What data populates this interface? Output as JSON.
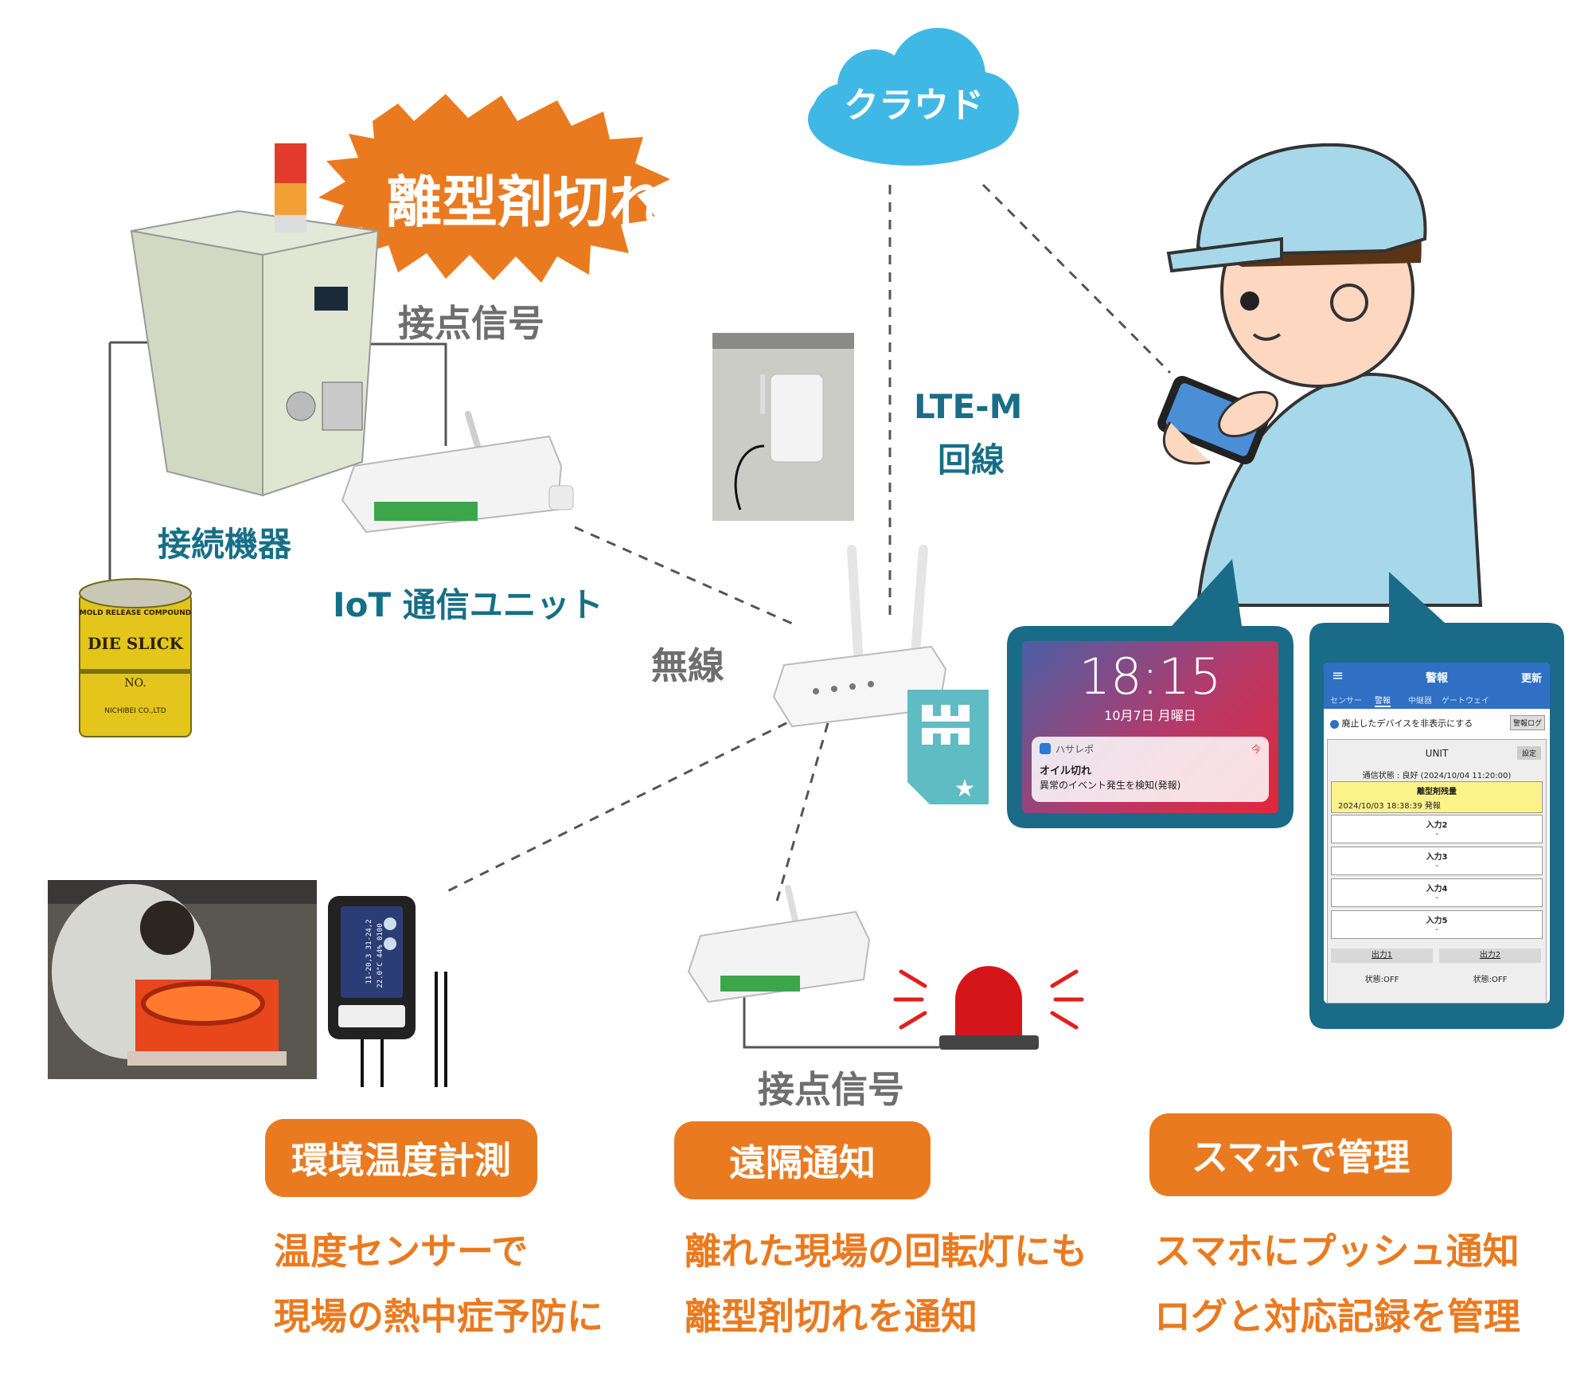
{
  "labels": {
    "cloud": "クラウド",
    "burst": "離型剤切れ",
    "contact_signal_top": "接点信号",
    "lte_line1": "LTE-M",
    "lte_line2": "回線",
    "connected_device": "接続機器",
    "iot_unit": "IoT 通信ユニット",
    "wireless": "無線",
    "contact_signal_bottom": "接点信号",
    "can_brand": "DIE SLICK",
    "can_top_text": "MOLD RELEASE COMPOUND",
    "can_no": "NO.",
    "can_maker": "NICHIBEI CO.,LTD",
    "sensor_display_1": "11-20,3  31-24,2",
    "sensor_display_2": "22.0°C  44% 0100"
  },
  "features": [
    {
      "title": "環境温度計測",
      "lines": [
        "温度センサーで",
        "現場の熱中症予防に"
      ]
    },
    {
      "title": "遠隔通知",
      "lines": [
        "離れた現場の回転灯にも",
        "離型剤切れを通知"
      ]
    },
    {
      "title": "スマホで管理",
      "lines": [
        "スマホにプッシュ通知",
        "ログと対応記録を管理"
      ]
    }
  ],
  "lockscreen": {
    "time": "18:15",
    "date": "10月7日 月曜日",
    "app": "ハサレポ",
    "when": "今",
    "title": "オイル切れ",
    "body": "異常のイベント発生を検知(発報)"
  },
  "app": {
    "header_title": "警報",
    "refresh": "更新",
    "tabs": [
      "センサー",
      "警報",
      "中継器",
      "ゲートウェイ"
    ],
    "hide_option": "廃止したデバイスを非表示にする",
    "log_button": "警報ログ",
    "unit_title": "UNIT",
    "settings": "設定",
    "status": "通信状態 : 良好 (2024/10/04 11:20:00)",
    "alert_title": "離型剤残量",
    "alert_detail": "2024/10/03 18:38:39 発報",
    "inputs": [
      {
        "name": "入力2",
        "value": "-"
      },
      {
        "name": "入力3",
        "value": "-"
      },
      {
        "name": "入力4",
        "value": "-"
      },
      {
        "name": "入力5",
        "value": "-"
      }
    ],
    "outputs": [
      {
        "name": "出力1",
        "state": "状態:OFF"
      },
      {
        "name": "出力2",
        "state": "状態:OFF"
      }
    ]
  },
  "colors": {
    "orange": "#ea7a20",
    "teal": "#176f87",
    "cloud": "#3fb8e6",
    "frame": "#1a6b87"
  }
}
